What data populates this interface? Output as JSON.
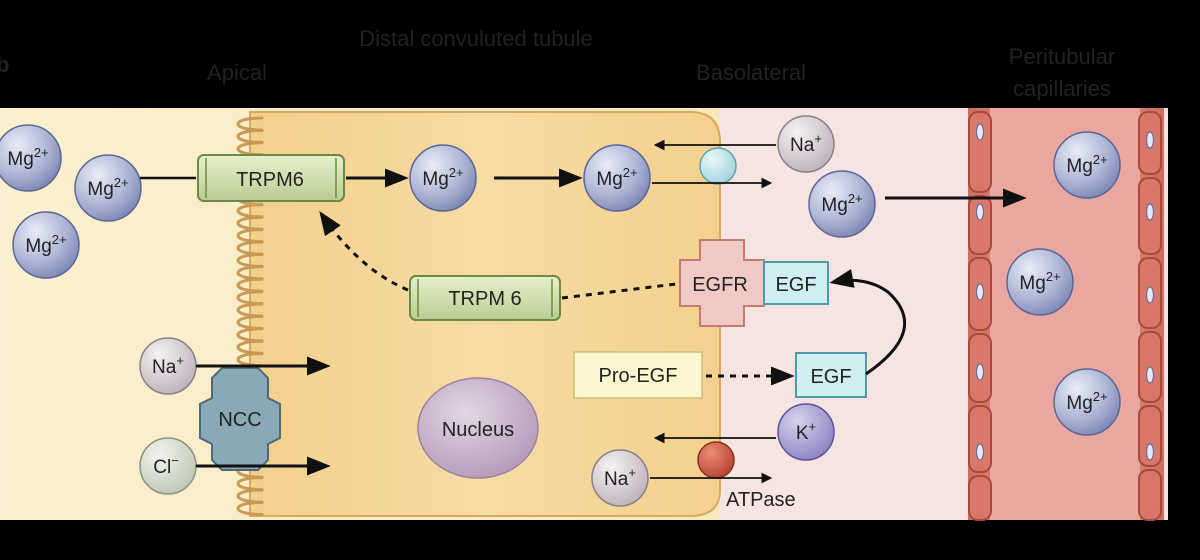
{
  "headers": {
    "title": "Distal convuluted tubule",
    "apical": "Apical",
    "basolateral": "Basolateral",
    "capillaries_line1": "Peritubular",
    "capillaries_line2": "capillaries",
    "panel_letter": "b"
  },
  "labels": {
    "trpm6_apical": "TRPM6",
    "trpm6_cytosolic": "TRPM 6",
    "egfr": "EGFR",
    "egf_bound": "EGF",
    "pro_egf": "Pro-EGF",
    "egf_membrane": "EGF",
    "ncc": "NCC",
    "nucleus": "Nucleus",
    "atpase": "ATPase"
  },
  "ions": {
    "mg": "Mg",
    "mg_charge": "2+",
    "na": "Na",
    "na_charge": "+",
    "k": "K",
    "k_charge": "+",
    "cl": "Cl",
    "cl_charge": "−"
  }
}
